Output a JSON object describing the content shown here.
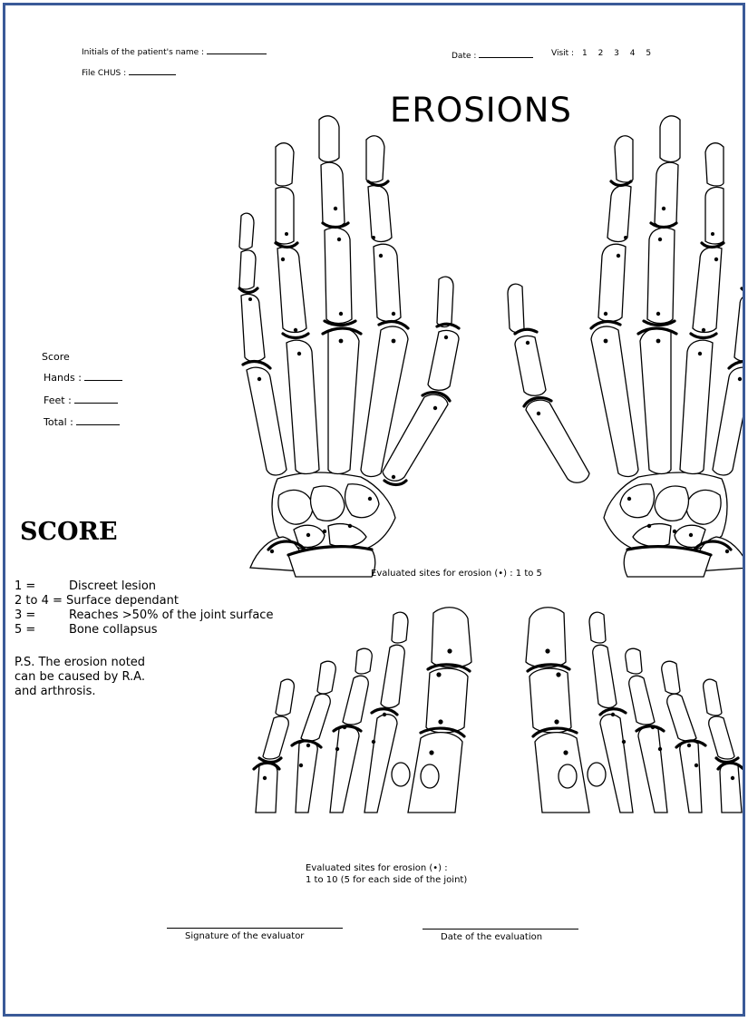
{
  "header": {
    "initials_label": "Initials of the patient's name :",
    "file_label": "File CHUS :",
    "date_label": "Date :",
    "visit_label": "Visit :",
    "visit_numbers": [
      "1",
      "2",
      "3",
      "4",
      "5"
    ]
  },
  "title": "EROSIONS",
  "score_box": {
    "heading": "Score",
    "hands_label": "Hands :",
    "feet_label": "Feet :",
    "total_label": "Total :"
  },
  "score_heading": "SCORE",
  "legend": [
    {
      "key": "1 =",
      "text": "Discreet lesion"
    },
    {
      "key": "2 to 4 =",
      "text": "Surface dependant"
    },
    {
      "key": "3 =",
      "text": "Reaches >50% of the joint surface"
    },
    {
      "key": "5 =",
      "text": "Bone collapsus"
    }
  ],
  "note": [
    "P.S. The erosion noted",
    "can be caused by R.A.",
    "and arthrosis."
  ],
  "hands_caption": "Evaluated sites for erosion (•) : 1 to 5",
  "feet_caption": [
    "Evaluated sites for erosion (•) :",
    "1 to 10 (5 for each side of the joint)"
  ],
  "signature_label": "Signature of the evaluator",
  "date_eval_label": "Date of the evaluation"
}
